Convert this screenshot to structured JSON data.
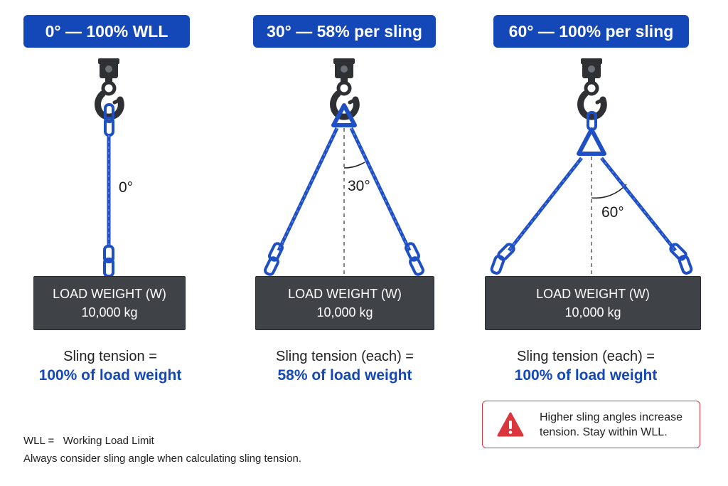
{
  "panels": [
    {
      "title": "0° — 100% WLL",
      "angle_label": "0°",
      "load": {
        "label": "LOAD WEIGHT (W)",
        "value": "10,000 kg"
      },
      "caption": {
        "line1": "Sling tension =",
        "line2": "100% of load weight"
      }
    },
    {
      "title": "30° — 58% per sling",
      "angle_label": "30°",
      "load": {
        "label": "LOAD WEIGHT (W)",
        "value": "10,000 kg"
      },
      "caption": {
        "line1": "Sling tension (each) =",
        "line2": "58% of load weight"
      }
    },
    {
      "title": "60° — 100% per sling",
      "angle_label": "60°",
      "load": {
        "label": "LOAD WEIGHT (W)",
        "value": "10,000 kg"
      },
      "caption": {
        "line1": "Sling tension (each) =",
        "line2": "100% of load weight"
      }
    }
  ],
  "warning": {
    "icon": "warning-triangle-icon",
    "line1": "Higher sling angles increase",
    "line2": "tension. Stay within WLL."
  },
  "legend": {
    "line1": "WLL =   Working Load Limit",
    "line2": "Always consider sling angle when calculating sling tension."
  },
  "colors": {
    "accent_blue": "#1447b8",
    "sling_blue": "#1f4fc4",
    "load_gray": "#3f4247",
    "hook_dark": "#2e3034",
    "warning_red": "#d9363e"
  }
}
